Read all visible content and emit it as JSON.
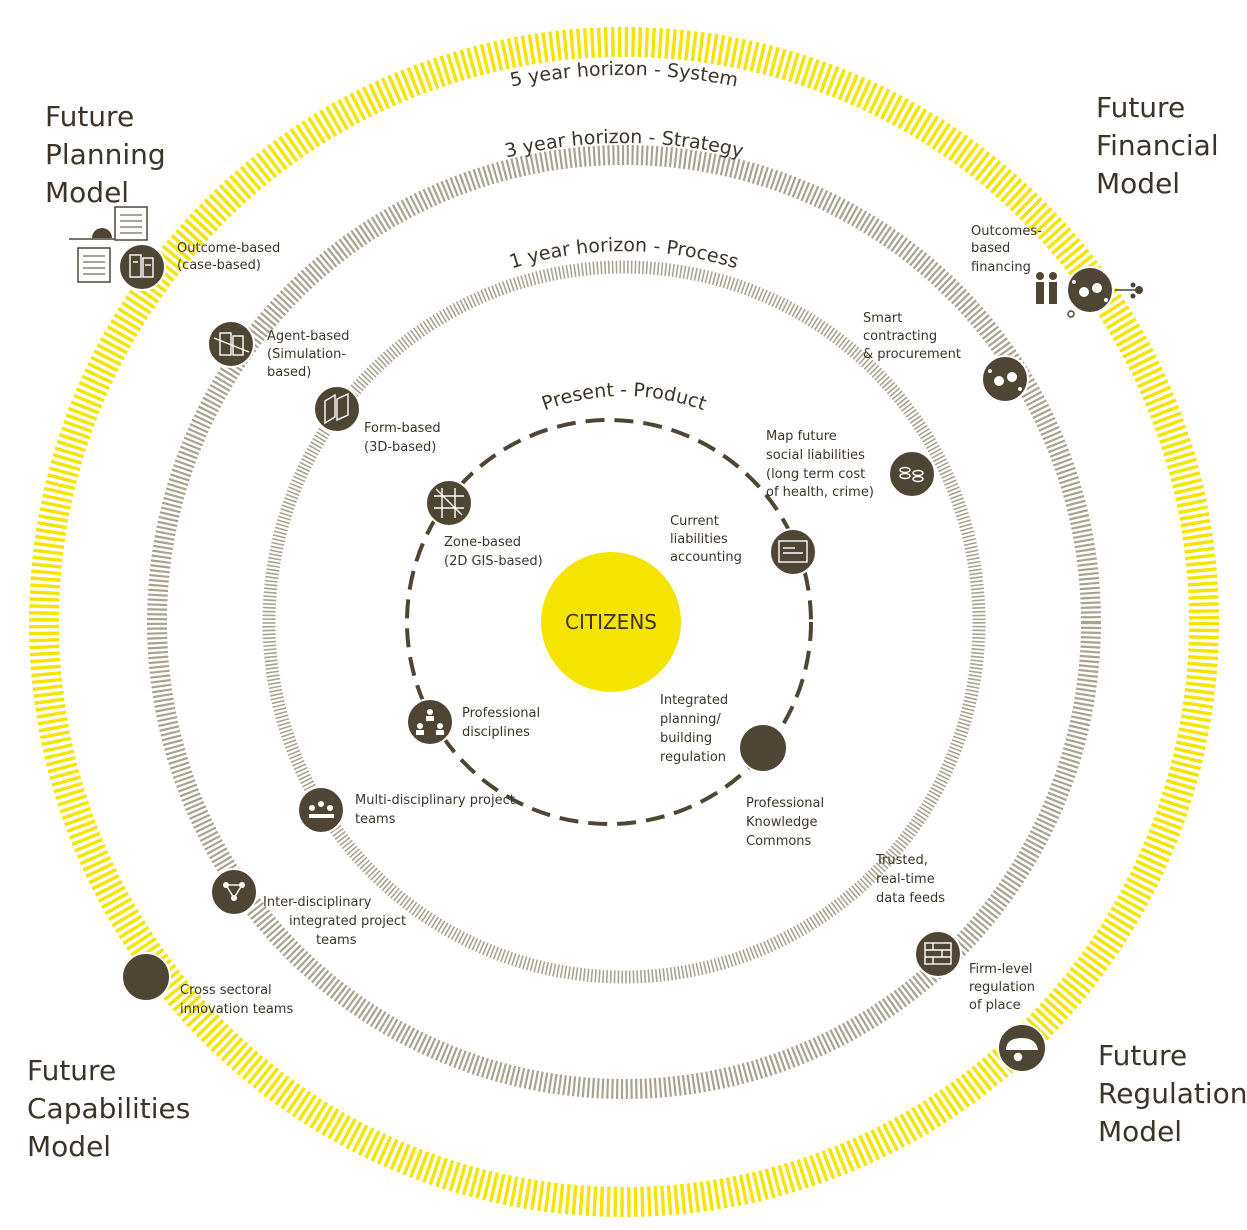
{
  "center_label": "CITIZENS",
  "horizons": {
    "system": "5 year horizon - System",
    "strategy": "3 year horizon - Strategy",
    "process": "1 year horizon - Process",
    "product": "Present - Product"
  },
  "corners": {
    "planning": "Future\nPlanning\nModel",
    "financial": "Future\nFinancial\nModel",
    "capabilities": "Future\nCapabilities\nModel",
    "regulation": "Future\nRegulation\nModel"
  },
  "nodes": {
    "outcome_based": [
      "Outcome-based",
      "(case-based)"
    ],
    "agent_based": [
      "Agent-based",
      "(Simulation-",
      "based)"
    ],
    "form_based": [
      "Form-based",
      "(3D-based)"
    ],
    "zone_based": [
      "Zone-based",
      "(2D GIS-based)"
    ],
    "outcomes_financing": [
      "Outcomes-",
      "based",
      "financing"
    ],
    "smart_contracting": [
      "Smart",
      "contracting",
      "& procurement"
    ],
    "social_liabilities": [
      "Map future",
      "social liabilities",
      "(long term cost",
      "of health, crime)"
    ],
    "current_liabilities": [
      "Current",
      "liabilities",
      "accounting"
    ],
    "integrated_regulation": [
      "Integrated",
      "planning/",
      "building",
      "regulation"
    ],
    "knowledge_commons": [
      "Professional",
      "Knowledge",
      "Commons"
    ],
    "professional_disciplines": [
      "Professional",
      "disciplines"
    ],
    "multi_disciplinary": [
      "Multi-disciplinary project",
      "teams"
    ],
    "inter_disciplinary": [
      "Inter-disciplinary",
      "integrated project",
      "teams"
    ],
    "cross_sectoral": [
      "Cross sectoral",
      "innovation teams"
    ],
    "data_feeds": [
      "Trusted,",
      "real-time",
      "data feeds"
    ],
    "firm_level": [
      "Firm-level",
      "regulation",
      "of place"
    ]
  },
  "colors": {
    "yellow": "#f5e400",
    "gray_ring": "#a8a290",
    "dark": "#4f4535",
    "text": "#3d3429"
  }
}
